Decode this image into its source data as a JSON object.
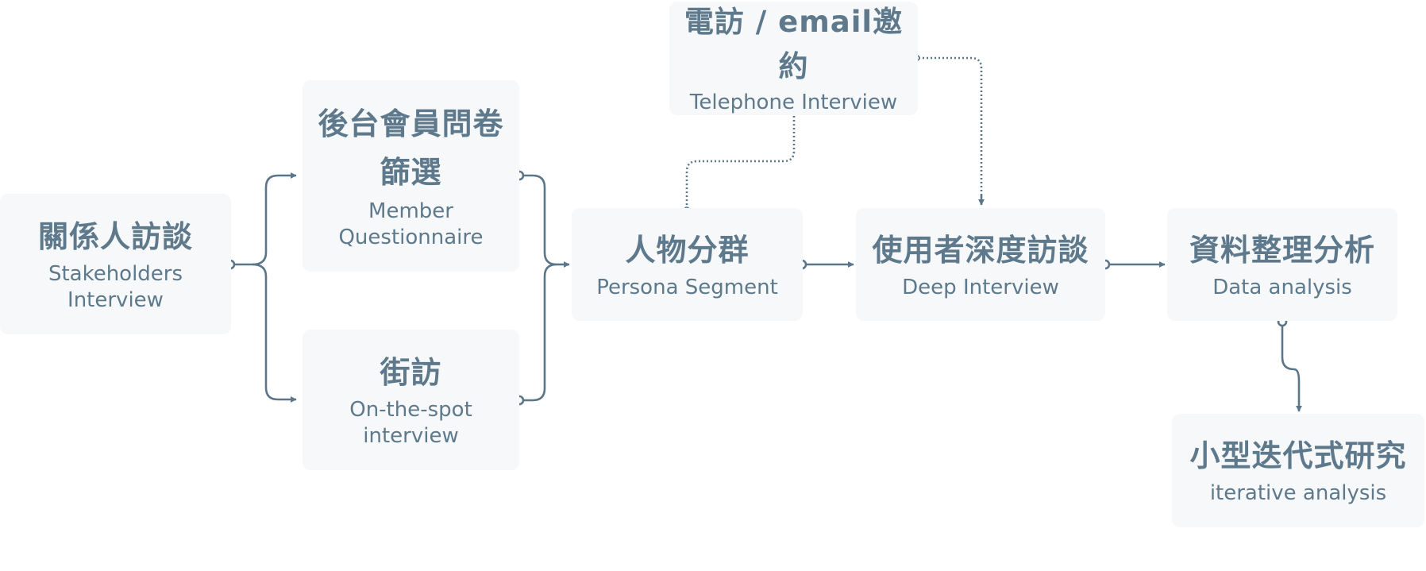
{
  "colors": {
    "box_bg": "#f6f8f9",
    "text": "#5d798b",
    "connector": "#5a7688"
  },
  "nodes": {
    "stakeholders": {
      "zh": "關係人訪談",
      "en_line1": "Stakeholders",
      "en_line2": "Interview"
    },
    "member_questionnaire": {
      "zh_line1": "後台會員問卷",
      "zh_line2": "篩選",
      "en_line1": "Member",
      "en_line2": "Questionnaire"
    },
    "on_the_spot": {
      "zh": "街訪",
      "en_line1": "On-the-spot",
      "en_line2": "interview"
    },
    "telephone": {
      "zh": "電訪 / email邀約",
      "en": "Telephone Interview"
    },
    "persona": {
      "zh": "人物分群",
      "en": "Persona Segment"
    },
    "deep_interview": {
      "zh": "使用者深度訪談",
      "en": "Deep Interview"
    },
    "data_analysis": {
      "zh": "資料整理分析",
      "en": "Data analysis"
    },
    "iterative": {
      "zh": "小型迭代式研究",
      "en": "iterative analysis"
    }
  }
}
